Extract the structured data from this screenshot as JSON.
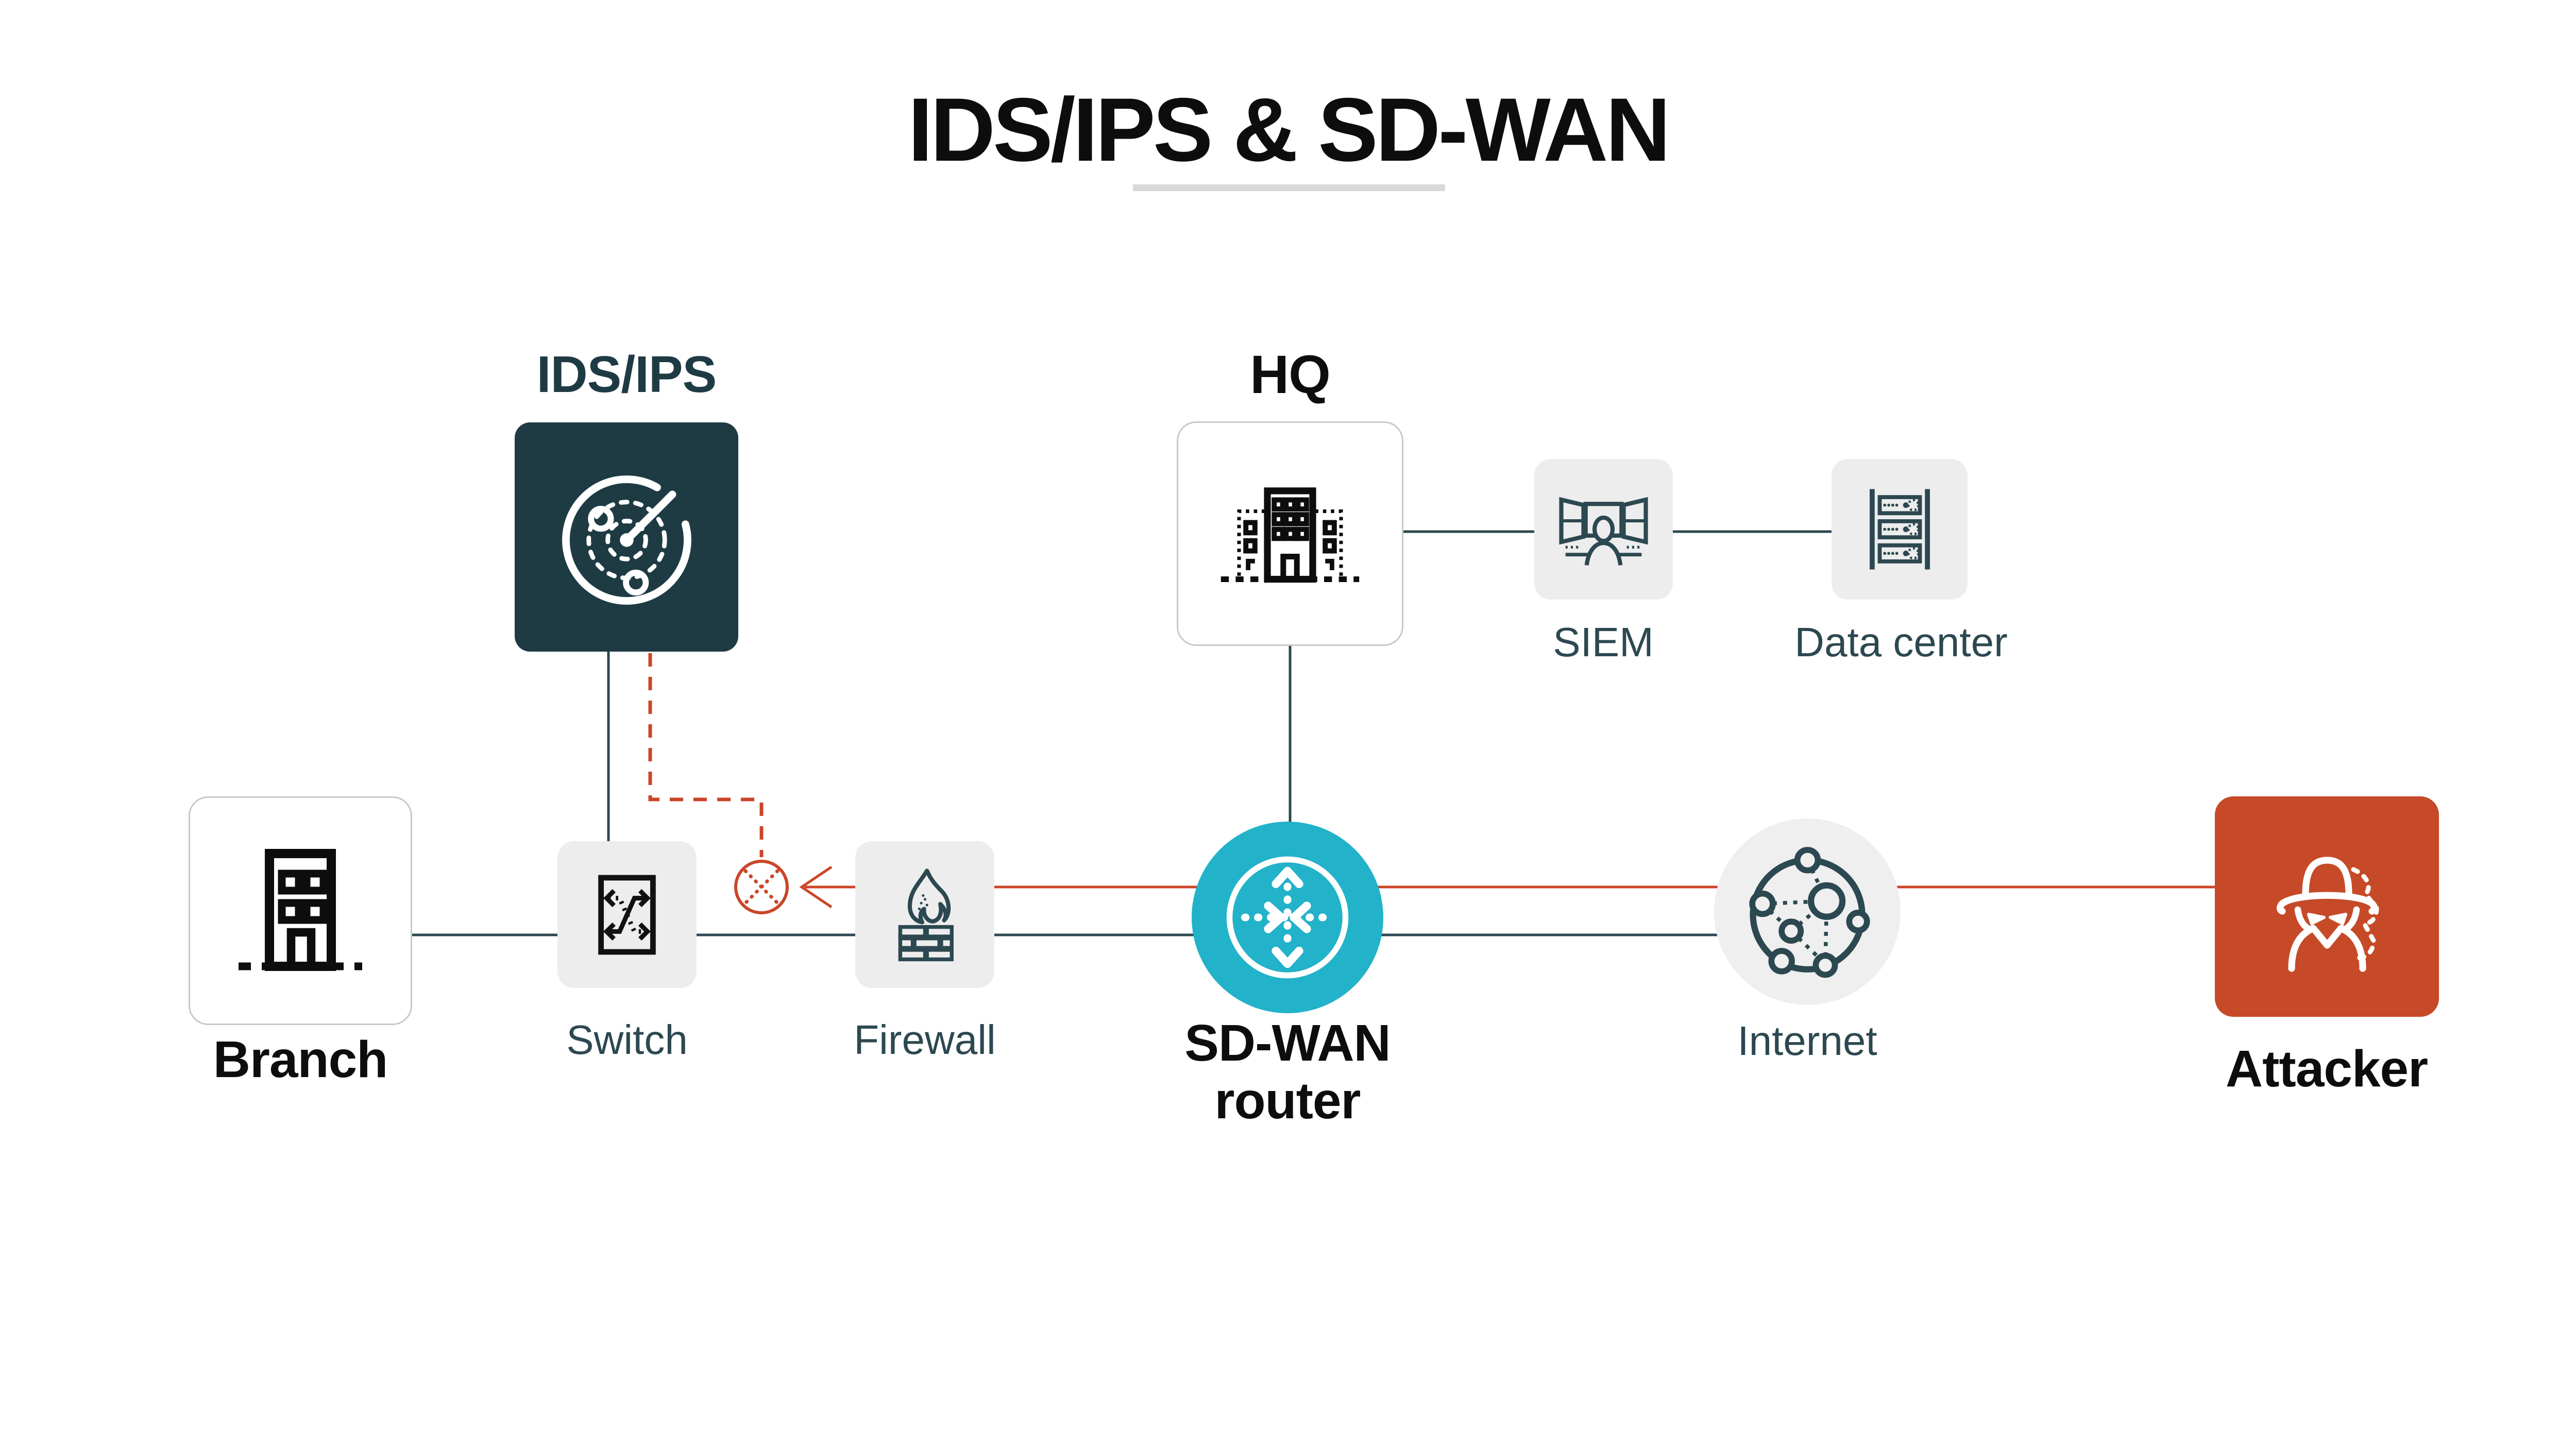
{
  "title": {
    "text": "IDS/IPS & SD-WAN"
  },
  "nodes": {
    "ids_ips": {
      "label": "IDS/IPS",
      "icon": "radar-icon"
    },
    "hq": {
      "label": "HQ",
      "icon": "hq-building-icon"
    },
    "siem": {
      "label": "SIEM",
      "icon": "monitors-analyst-icon"
    },
    "datacenter": {
      "label": "Data center",
      "icon": "server-rack-icon"
    },
    "branch": {
      "label": "Branch",
      "icon": "branch-building-icon"
    },
    "switch": {
      "label": "Switch",
      "icon": "switch-arrows-icon"
    },
    "firewall": {
      "label": "Firewall",
      "icon": "flame-brick-icon"
    },
    "sdwan": {
      "label": "SD-WAN router",
      "icon": "router-arrows-icon"
    },
    "internet": {
      "label": "Internet",
      "icon": "network-globe-icon"
    },
    "attacker": {
      "label": "Attacker",
      "icon": "spy-icon"
    },
    "blocked": {
      "icon": "blocked-x-icon"
    }
  },
  "colors": {
    "background": "#ffffff",
    "ink_black": "#0d0d0d",
    "dark_teal": "#2c4850",
    "ids_box_bg": "#1e3b44",
    "node_gray_bg": "#ededee",
    "card_border": "#c9c9c9",
    "sdwan_teal": "#22b2c9",
    "alert_red": "#cb4528",
    "attacker_bg": "#c64a27",
    "underline_gray": "#d8d8d8",
    "icon_white": "#ffffff"
  }
}
